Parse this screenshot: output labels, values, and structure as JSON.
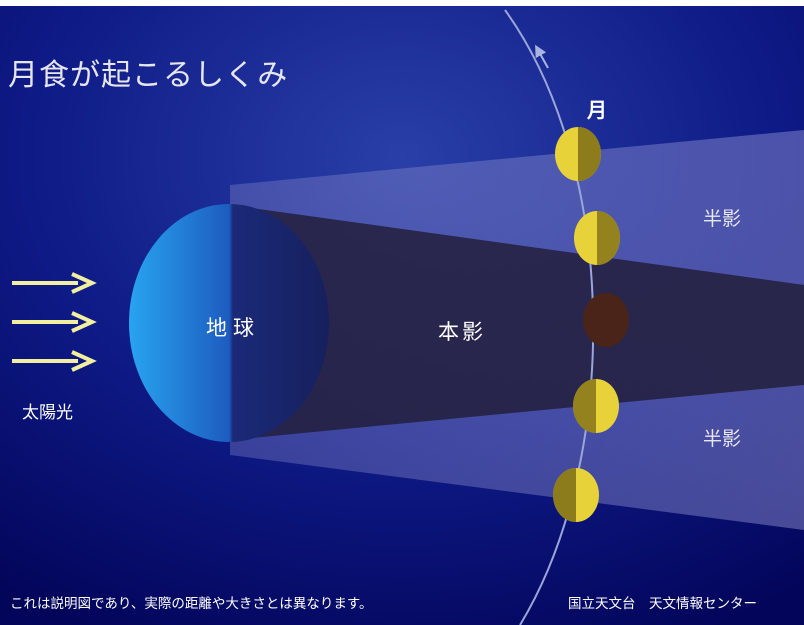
{
  "title": "月食が起こるしくみ",
  "labels": {
    "moon": "月",
    "penumbra_upper": "半影",
    "penumbra_lower": "半影",
    "umbra": "本影",
    "earth": "地球",
    "sunlight": "太陽光"
  },
  "footer": {
    "note": "これは説明図であり、実際の距離や大きさとは異なります。",
    "credit": "国立天文台　天文情報センター"
  },
  "colors": {
    "background_dark": "#03055a",
    "background_light": "#2a3fa8",
    "earth_lit": "#28a4f0",
    "earth_dark": "#1a2468",
    "moon_yellow": "#e8d23a",
    "moon_eclipsed": "#4a2418",
    "arrow": "#f2f0a0"
  },
  "moons": [
    {
      "phase": "lit-left",
      "shaded": "right"
    },
    {
      "phase": "lit-left",
      "shaded": "right"
    },
    {
      "phase": "eclipsed",
      "shaded": "all"
    },
    {
      "phase": "lit-right",
      "shaded": "left"
    },
    {
      "phase": "lit-right",
      "shaded": "left"
    }
  ]
}
